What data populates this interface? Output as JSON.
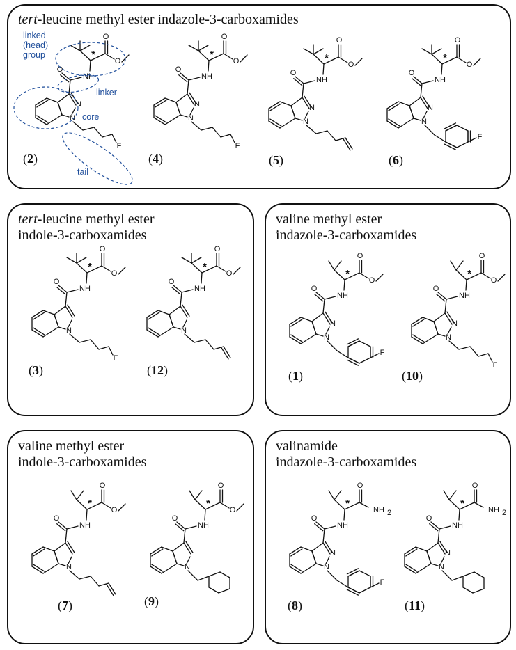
{
  "panels": {
    "top": {
      "title_italic": "tert",
      "title_rest": "-leucine methyl ester indazole-3-carboxamides"
    },
    "mid_left": {
      "title_italic": "tert",
      "title_line1_rest": "-leucine methyl ester",
      "title_line2": "indole-3-carboxamides"
    },
    "mid_right": {
      "title_line1": "valine methyl ester",
      "title_line2": "indazole-3-carboxamides"
    },
    "bot_left": {
      "title_line1": "valine methyl ester",
      "title_line2": "indole-3-carboxamides"
    },
    "bot_right": {
      "title_line1": "valinamide",
      "title_line2": "indazole-3-carboxamides"
    }
  },
  "annotations": {
    "head_line1": "linked",
    "head_line2": "(head)",
    "head_line3": "group",
    "linker": "linker",
    "core": "core",
    "tail": "tail"
  },
  "atoms": {
    "N": "N",
    "O": "O",
    "F": "F",
    "NH": "NH",
    "NH2": "NH",
    "NH2_sub": "2",
    "star": "*"
  },
  "compounds": [
    {
      "id": "2"
    },
    {
      "id": "4"
    },
    {
      "id": "5"
    },
    {
      "id": "6"
    },
    {
      "id": "3"
    },
    {
      "id": "12"
    },
    {
      "id": "1"
    },
    {
      "id": "10"
    },
    {
      "id": "7"
    },
    {
      "id": "9"
    },
    {
      "id": "8"
    },
    {
      "id": "11"
    }
  ]
}
